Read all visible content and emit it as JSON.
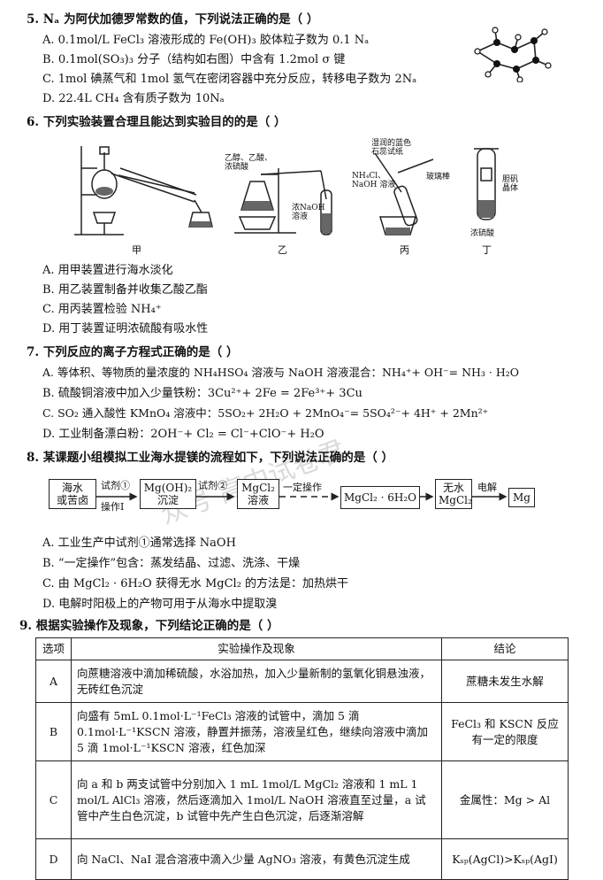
{
  "q5": {
    "stem": "5.  Nₐ 为阿伏加德罗常数的值，下列说法正确的是（    ）",
    "options": [
      "A.  0.1mol/L FeCl₃ 溶液形成的 Fe(OH)₃ 胶体粒子数为 0.1 Nₐ",
      "B.  0.1mol(SO₃)₃ 分子（结构如右图）中含有 1.2mol σ 键",
      "C.  1mol 碘蒸气和 1mol 氢气在密闭容器中充分反应，转移电子数为 2Nₐ",
      "D.  22.4L CH₄ 含有质子数为 10Nₐ"
    ]
  },
  "q6": {
    "stem": "6.  下列实验装置合理且能达到实验目的的是（    ）",
    "apparatus": {
      "jia": "甲",
      "yi": "乙",
      "bing": "丙",
      "ding": "丁",
      "yi_reagents": "乙醇、乙酸、\n浓硫酸",
      "yi_naoh": "浓NaOH\n溶液",
      "bing_paper": "湿润的蓝色\n石蕊试纸",
      "bing_reagents": "NH₄Cl、\nNaOH 溶液",
      "bing_rod": "玻璃棒",
      "ding_crystal": "胆矾\n晶体",
      "ding_acid": "浓硫酸"
    },
    "options": [
      "A.  用甲装置进行海水淡化",
      "B.  用乙装置制备并收集乙酸乙酯",
      "C.  用丙装置检验 NH₄⁺",
      "D.  用丁装置证明浓硫酸有吸水性"
    ]
  },
  "q7": {
    "stem": "7.  下列反应的离子方程式正确的是（    ）",
    "options": [
      "A.  等体积、等物质的量浓度的 NH₄HSO₄ 溶液与 NaOH 溶液混合：NH₄⁺+ OH⁻= NH₃ · H₂O",
      "B.  硫酸铜溶液中加入少量铁粉：3Cu²⁺+ 2Fe = 2Fe³⁺+ 3Cu",
      "C.  SO₂ 通入酸性 KMnO₄ 溶液中：5SO₂+ 2H₂O + 2MnO₄⁻= 5SO₄²⁻+ 4H⁺ + 2Mn²⁺",
      "D.  工业制备漂白粉：2OH⁻+ Cl₂ = Cl⁻+ClO⁻+ H₂O"
    ]
  },
  "q8": {
    "stem": "8.  某课题小组模拟工业海水提镁的流程如下，下列说法正确的是（    ）",
    "flow": {
      "b1": "海水\n或苦卤",
      "a1_top": "试剂①",
      "a1_bot": "操作I",
      "b2": "Mg(OH)₂\n沉淀",
      "a2_top": "试剂②",
      "b3": "MgCl₂\n溶液",
      "a3_top": "一定操作",
      "b4": "MgCl₂ · 6H₂O",
      "b5": "无水\nMgCl₂",
      "a5_top": "电解",
      "b6": "Mg"
    },
    "options": [
      "A.  工业生产中试剂①通常选择 NaOH",
      "B.  “一定操作”包含：蒸发结晶、过滤、洗涤、干燥",
      "C.  由 MgCl₂ · 6H₂O 获得无水 MgCl₂ 的方法是：加热烘干",
      "D.  电解时阳极上的产物可用于从海水中提取溴"
    ]
  },
  "q9": {
    "stem": "9.  根据实验操作及现象，下列结论正确的是（    ）",
    "headers": [
      "选项",
      "实验操作及现象",
      "结论"
    ],
    "rows": [
      {
        "opt": "A",
        "op": "向蔗糖溶液中滴加稀硫酸，水浴加热，加入少量新制的氢氧化铜悬浊液，无砖红色沉淀",
        "con": "蔗糖未发生水解"
      },
      {
        "opt": "B",
        "op": "向盛有 5mL 0.1mol·L⁻¹FeCl₃ 溶液的试管中，滴加 5 滴 0.1mol·L⁻¹KSCN 溶液，静置并振荡，溶液呈红色，继续向溶液中滴加 5 滴 1mol·L⁻¹KSCN 溶液，红色加深",
        "con": "FeCl₃ 和 KSCN 反应有一定的限度"
      },
      {
        "opt": "C",
        "op": "向 a 和 b 两支试管中分别加入 1 mL 1mol/L MgCl₂ 溶液和 1 mL 1 mol/L AlCl₃ 溶液，然后逐滴加入 1mol/L NaOH 溶液直至过量，a 试管中产生白色沉淀，b 试管中先产生白色沉淀，后逐渐溶解",
        "con": "金属性：Mg > Al"
      },
      {
        "opt": "D",
        "op": "向 NaCl、NaI 混合溶液中滴入少量 AgNO₃ 溶液，有黄色沉淀生成",
        "con": "Kₛₚ(AgCl)>Kₛₚ(AgI)"
      }
    ]
  },
  "watermark": "众号   高中试卷君"
}
